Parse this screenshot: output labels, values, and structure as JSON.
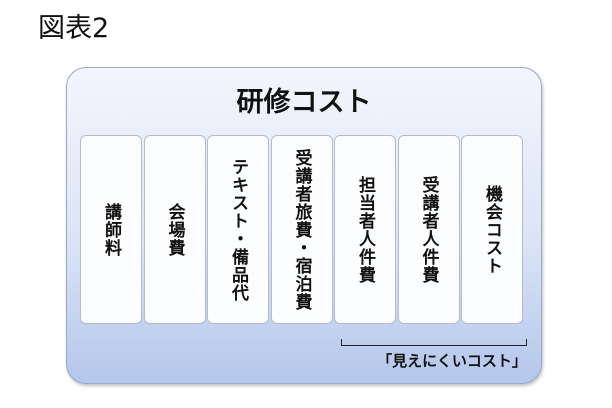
{
  "figure_label": "図表2",
  "diagram": {
    "title": "研修コスト",
    "items": [
      "講師料",
      "会場費",
      "テキスト・備品代",
      "受講者旅費・宿泊費",
      "担当者人件費",
      "受講者人件費",
      "機会コスト"
    ],
    "hidden_cost_label": "「見えにくいコスト」"
  }
}
